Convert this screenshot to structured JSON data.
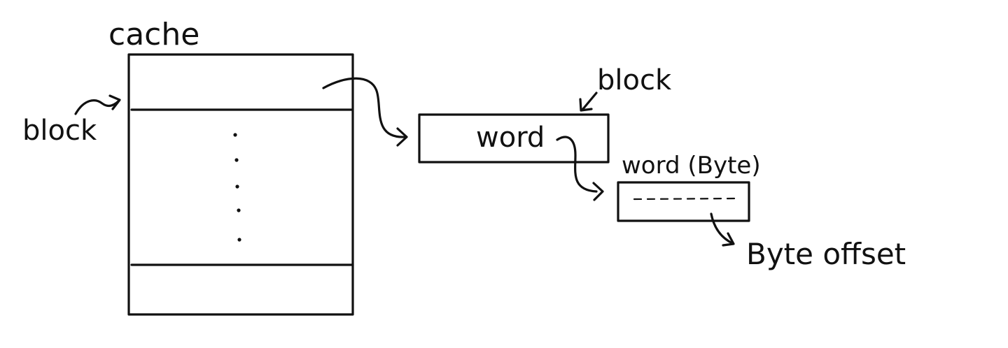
{
  "labels": {
    "cache_title": "cache",
    "cache_block": "block",
    "block_title": "block",
    "word_inside": "word",
    "word_title": "word (Byte)",
    "byte_offset": "Byte offset"
  },
  "colors": {
    "ink": "#111111",
    "background": "#ffffff"
  }
}
